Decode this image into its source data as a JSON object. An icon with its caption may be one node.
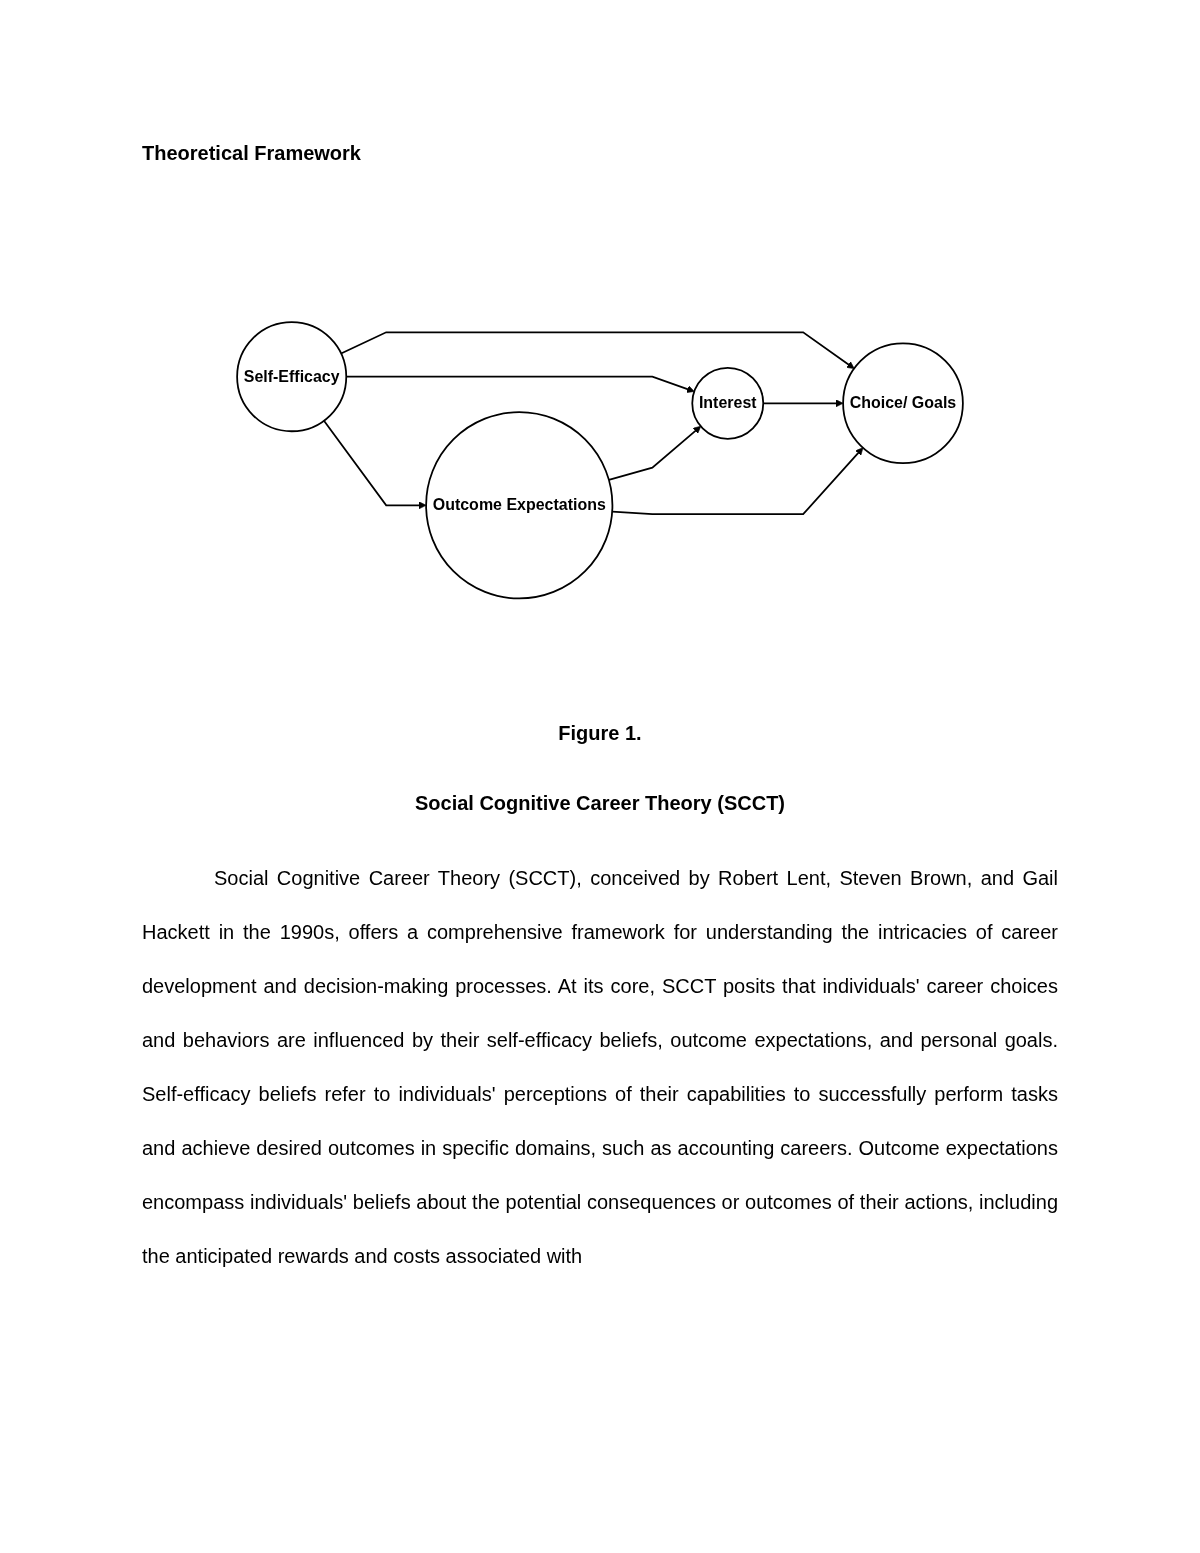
{
  "diagram": {
    "title": "Theoretical Framework",
    "caption": "Figure 1.",
    "nodes": [
      {
        "text": [
          "Self-Efficacy"
        ]
      },
      {
        "text": [
          "Interest"
        ]
      },
      {
        "text": [
          "Choice/ Goals"
        ]
      },
      {
        "text": [
          "Outcome Expectations"
        ]
      }
    ],
    "edges": [
      {
        "from": 0,
        "to": 2,
        "arrow": "to"
      },
      {
        "from": 0,
        "to": 1,
        "arrow": "to"
      },
      {
        "from": 0,
        "to": 3,
        "arrow": "to"
      },
      {
        "from": 1,
        "to": 2,
        "arrow": "to"
      },
      {
        "from": 3,
        "to": 1,
        "arrow": "to"
      },
      {
        "from": 3,
        "to": 2,
        "arrow": "to"
      }
    ],
    "labels": [
      "Social Cognitive Career Theory (SCCT)",
      "Social Cognitive Career Theory (SCCT), conceived by Robert Lent, Steven Brown, and Gail Hackett in the 1990s, offers a comprehensive framework for understanding the intricacies of career development and decision-making processes. At its core, SCCT posits that individuals' career choices and behaviors are influenced by their self-efficacy beliefs, outcome expectations, and personal goals. Self-efficacy beliefs refer to individuals' perceptions of their capabilities to successfully perform tasks and achieve desired outcomes in specific domains, such as accounting careers. Outcome expectations encompass individuals' beliefs about the potential consequences or outcomes of their actions, including the anticipated rewards and costs associated with"
    ]
  }
}
